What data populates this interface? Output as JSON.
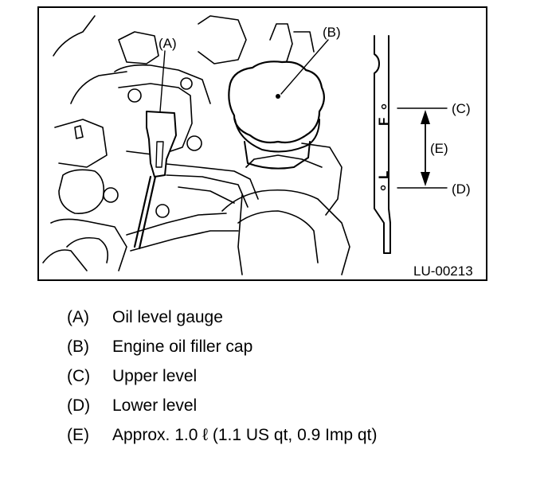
{
  "figure": {
    "id": "LU-00213",
    "callouts": {
      "a": "(A)",
      "b": "(B)",
      "c": "(C)",
      "d": "(D)",
      "e": "(E)"
    },
    "dipstick_marks": {
      "full": "F",
      "low": "L"
    }
  },
  "legend": [
    {
      "key": "(A)",
      "text": "Oil level gauge"
    },
    {
      "key": "(B)",
      "text": "Engine oil filler cap"
    },
    {
      "key": "(C)",
      "text": "Upper level"
    },
    {
      "key": "(D)",
      "text": "Lower level"
    },
    {
      "key": "(E)",
      "text": "Approx. 1.0 ℓ (1.1 US qt, 0.9 Imp qt)"
    }
  ]
}
